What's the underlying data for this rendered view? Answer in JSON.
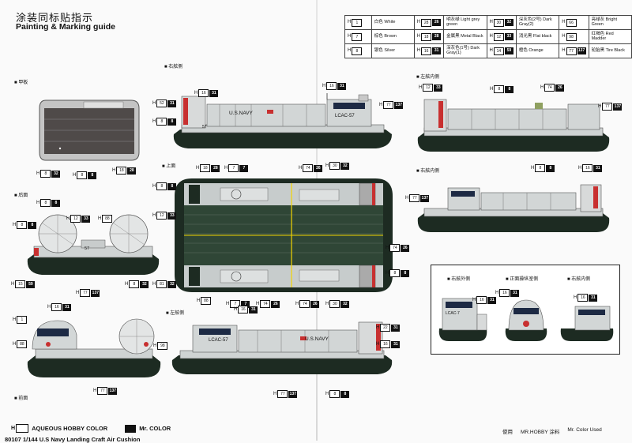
{
  "header": {
    "title_cn": "涂装同标贴指示",
    "title_en": "Painting & Marking guide"
  },
  "legend": [
    [
      {
        "hb": "1",
        "mr": "",
        "cn": "白色",
        "en": "White"
      },
      {
        "hb": "28",
        "mr": "26",
        "cn": "明灰绿",
        "en": "Light grey green"
      },
      {
        "hb": "30",
        "mr": "32",
        "cn": "深灰色(2号)",
        "en": "Dark Gray(2)"
      },
      {
        "hb": "66",
        "mr": "",
        "cn": "亮绿灰",
        "en": "Bright Green"
      }
    ],
    [
      {
        "hb": "7",
        "mr": "",
        "cn": "棕色",
        "en": "Brown"
      },
      {
        "hb": "18",
        "mr": "28",
        "cn": "金属黑",
        "en": "Metal Black"
      },
      {
        "hb": "12",
        "mr": "33",
        "cn": "消光黑",
        "en": "Flat black"
      },
      {
        "hb": "98",
        "mr": "",
        "cn": "红褐色",
        "en": "Red Madder"
      }
    ],
    [
      {
        "hb": "8",
        "mr": "",
        "cn": "银色",
        "en": "Silver"
      },
      {
        "hb": "16",
        "mr": "31",
        "cn": "深灰色(1号)",
        "en": "Dark Gray(1)"
      },
      {
        "hb": "14",
        "mr": "59",
        "cn": "橙色",
        "en": "Orange"
      },
      {
        "hb": "77",
        "mr": "137",
        "cn": "轮胎黑",
        "en": "Tire Black"
      }
    ]
  ],
  "views": {
    "right_side": "右舷侧",
    "deck": "甲板",
    "top": "上面",
    "rear": "后面",
    "left_side": "左舷侧",
    "front": "前面",
    "left_inner": "左舷内侧",
    "right_inner": "右舷内侧",
    "inset_right": "右舷外侧",
    "inset_front": "正面操纵室侧",
    "inset_inner": "右舷内侧"
  },
  "hull_texts": {
    "us_navy": "U.S.NAVY",
    "lcac": "LCAC-57",
    "lcac_short": "LCAC-7",
    "fan_number": "57"
  },
  "codes": {
    "deck_32": {
      "hb": "8",
      "mr": "32"
    },
    "deck_8": {
      "hb": "8",
      "mr": "8"
    },
    "deck_28": {
      "hb": "18",
      "mr": "28"
    },
    "deck_31": {
      "hb": "52",
      "mr": "31"
    },
    "deck_8b": {
      "hb": "8",
      "mr": "8"
    },
    "rs_31": {
      "hb": "16",
      "mr": "31"
    },
    "rs_31b": {
      "hb": "16",
      "mr": "31"
    },
    "rs_137": {
      "hb": "77",
      "mr": "137"
    },
    "top_8": {
      "hb": "8",
      "mr": "8"
    },
    "top_33": {
      "hb": "12",
      "mr": "33"
    },
    "top_28a": {
      "hb": "18",
      "mr": "28"
    },
    "top_7": {
      "hb": "7",
      "mr": "7"
    },
    "top_26": {
      "hb": "74",
      "mr": "26"
    },
    "top_32": {
      "hb": "30",
      "mr": "32"
    },
    "top_32b": {
      "hb": "81",
      "mr": "32"
    },
    "top_26b": {
      "hb": "74",
      "mr": "26"
    },
    "top_8b": {
      "hb": "8",
      "mr": "8"
    },
    "top_88": {
      "hb": "88",
      "mr": ""
    },
    "top_7b": {
      "hb": "7",
      "mr": "7"
    },
    "top_26c": {
      "hb": "74",
      "mr": "26"
    },
    "top_32c": {
      "hb": "30",
      "mr": "32"
    },
    "top_26d": {
      "hb": "74",
      "mr": "26"
    },
    "rear_8": {
      "hb": "8",
      "mr": "8"
    },
    "rear_33": {
      "hb": "12",
      "mr": "33"
    },
    "rear_88": {
      "hb": "88",
      "mr": ""
    },
    "rear_8b": {
      "hb": "8",
      "mr": "8"
    },
    "rear_59": {
      "hb": "15",
      "mr": "59"
    },
    "rear_137": {
      "hb": "77",
      "mr": "137"
    },
    "rear_32": {
      "hb": "8",
      "mr": "32"
    },
    "front_31": {
      "hb": "16",
      "mr": "31"
    },
    "front_88": {
      "hb": "88",
      "mr": ""
    },
    "front_1": {
      "hb": "1",
      "mr": ""
    },
    "front_98": {
      "hb": "98",
      "mr": ""
    },
    "front_137": {
      "hb": "77",
      "mr": "137"
    },
    "ls_31": {
      "hb": "16",
      "mr": "31"
    },
    "ls_31b": {
      "hb": "22",
      "mr": "31"
    },
    "ls_31c": {
      "hb": "16",
      "mr": "31"
    },
    "ls_137": {
      "hb": "77",
      "mr": "137"
    },
    "ls_8": {
      "hb": "8",
      "mr": "8"
    },
    "li_33": {
      "hb": "12",
      "mr": "33"
    },
    "li_8": {
      "hb": "8",
      "mr": "8"
    },
    "li_26": {
      "hb": "74",
      "mr": "26"
    },
    "li_137": {
      "hb": "77",
      "mr": "137"
    },
    "ri_8": {
      "hb": "8",
      "mr": "8"
    },
    "ri_31": {
      "hb": "16",
      "mr": "31"
    },
    "ri_137": {
      "hb": "77",
      "mr": "137"
    },
    "in_31": {
      "hb": "16",
      "mr": "31"
    },
    "in_31b": {
      "hb": "16",
      "mr": "31"
    },
    "in_31c": {
      "hb": "16",
      "mr": "31"
    }
  },
  "footer": {
    "aqueous": "AQUEOUS HOBBY COLOR",
    "mr_color": "Mr. COLOR",
    "usage_cn": "使用",
    "usage_brand": "MR.HOBBY 涂料",
    "usage_en": "Mr. Color Used",
    "bottom_text": "80107 1/144 U.S Navy Landing Craft Air Cushion"
  },
  "colors": {
    "deck_green": "#2f4636",
    "hull_grey": "#cdd2d2",
    "skirt": "#1d2b22",
    "stripe": "#f2d400",
    "ramp_red": "#c83030",
    "deck_brown": "#4f4a49"
  }
}
